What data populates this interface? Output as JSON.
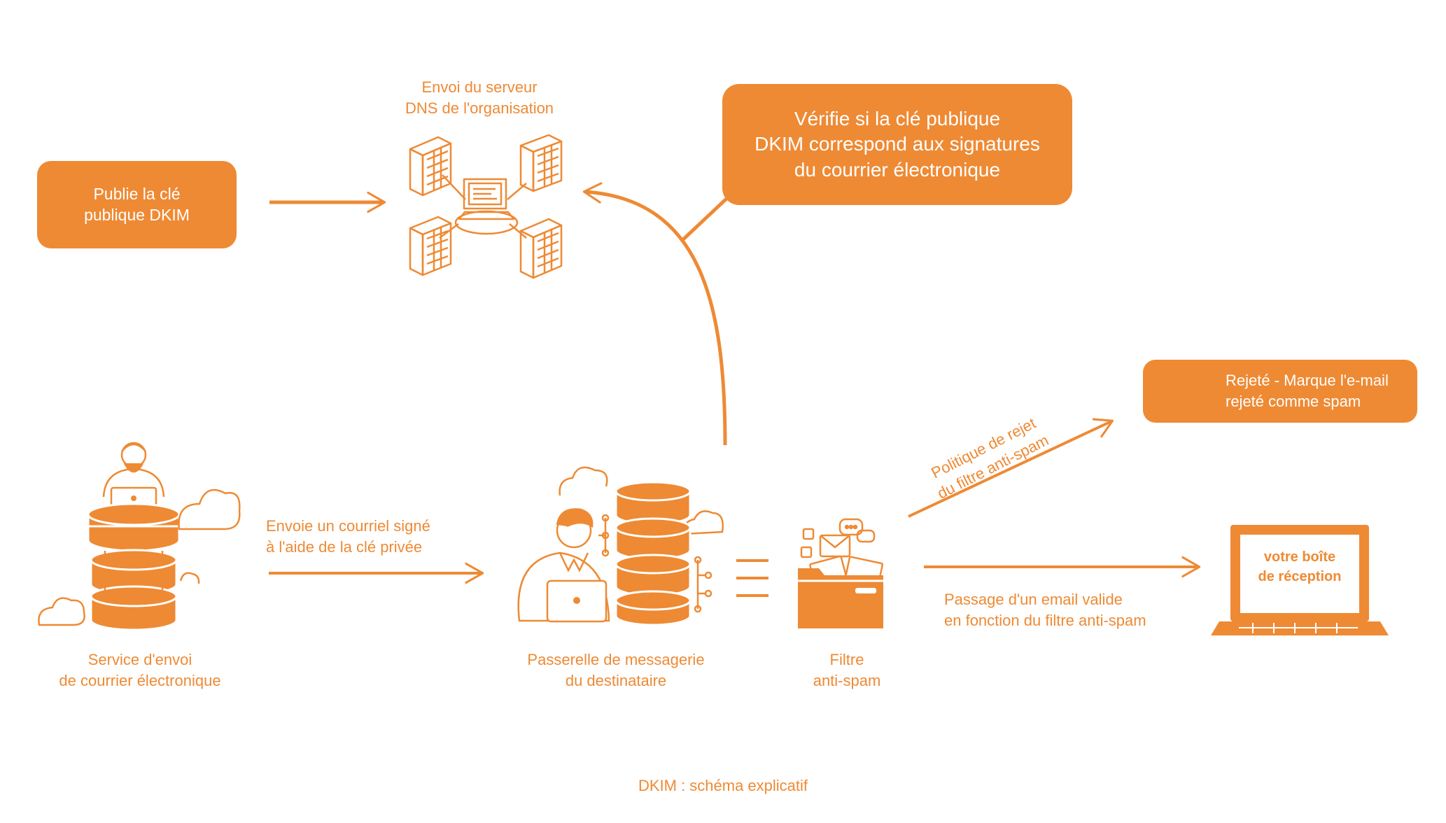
{
  "colors": {
    "accent": "#EE8A34",
    "background": "#ffffff"
  },
  "boxes": {
    "publish": {
      "line1": "Publie la clé",
      "line2": "publique DKIM"
    },
    "verify": {
      "line1": "Vérifie si la clé publique",
      "line2": "DKIM correspond aux signatures",
      "line3": "du courrier électronique"
    },
    "rejected": {
      "line1": "Rejeté - Marque l'e-mail",
      "line2": "rejeté comme spam"
    }
  },
  "labels": {
    "dns": {
      "line1": "Envoi du serveur",
      "line2": "DNS de l'organisation"
    },
    "send": {
      "line1": "Envoie un courriel signé",
      "line2": "à l'aide de la clé privée"
    },
    "sender": {
      "line1": "Service d'envoi",
      "line2": "de courrier électronique"
    },
    "gateway": {
      "line1": "Passerelle de messagerie",
      "line2": "du destinataire"
    },
    "filter": {
      "line1": "Filtre",
      "line2": "anti-spam"
    },
    "policy": {
      "line1": "Politique de rejet",
      "line2": "du filtre anti-spam"
    },
    "valid": {
      "line1": "Passage d'un email valide",
      "line2": "en fonction du filtre anti-spam"
    },
    "inbox": {
      "line1": "votre boîte",
      "line2": "de réception"
    }
  },
  "caption": "DKIM : schéma explicatif",
  "icons": [
    "dns-server-network-icon",
    "sender-server-stack-icon",
    "gateway-server-stack-icon",
    "anti-spam-folder-icon",
    "thumbs-down-icon",
    "laptop-inbox-icon",
    "cloud-icon",
    "person-icon"
  ]
}
